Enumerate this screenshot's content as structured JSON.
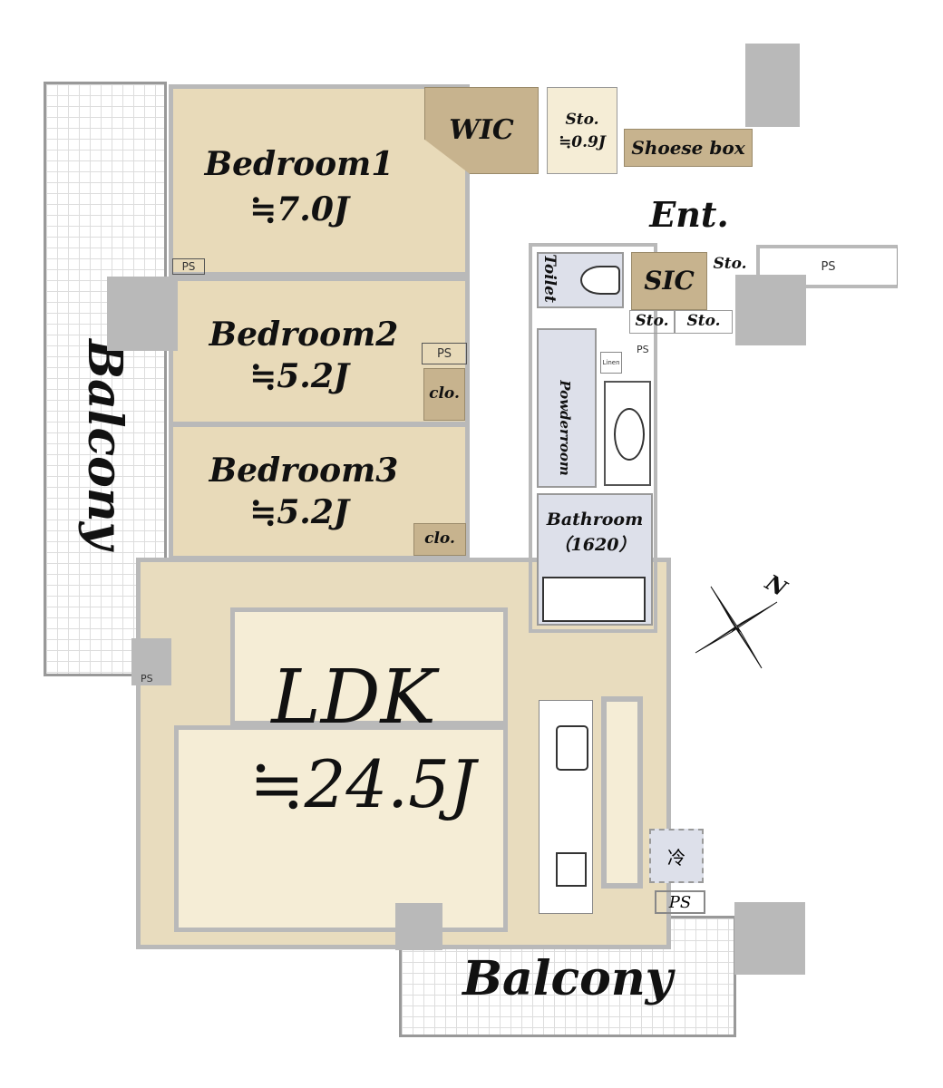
{
  "rooms": {
    "bedroom1": {
      "name": "Bedroom1",
      "size": "≒7.0J"
    },
    "bedroom2": {
      "name": "Bedroom2",
      "size": "≒5.2J"
    },
    "bedroom3": {
      "name": "Bedroom3",
      "size": "≒5.2J"
    },
    "ldk": {
      "name": "LDK",
      "size": "≒24.5J"
    },
    "wic": "WIC",
    "storage": {
      "name": "Sto.",
      "size": "≒0.9J"
    },
    "shoe_box": "Shoese box",
    "entrance": "Ent.",
    "sic": "SIC",
    "sto_small": "Sto.",
    "toilet": "Toilet",
    "powderroom": "Powderroom",
    "linen": "Linen",
    "bathroom": {
      "name": "Bathroom",
      "size": "（1620）"
    },
    "closet": "clo.",
    "balcony": "Balcony",
    "ps": "PS",
    "fridge": "冷"
  },
  "compass": {
    "north": "N"
  }
}
